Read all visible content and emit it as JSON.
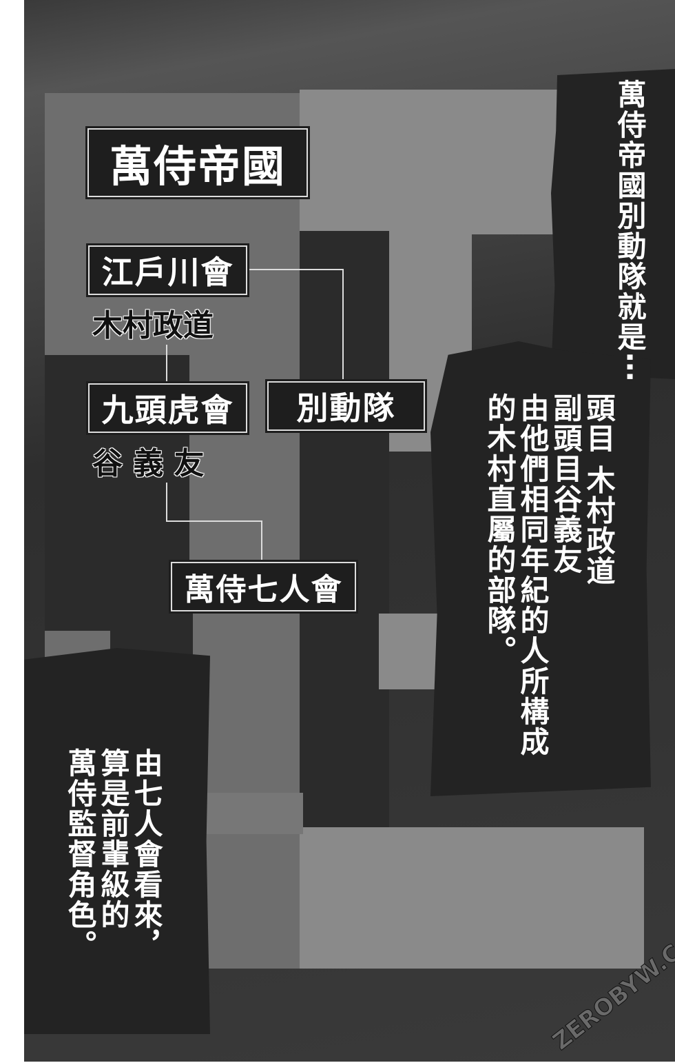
{
  "chart": {
    "title": "萬侍帝國",
    "nodes": {
      "edogawa": {
        "label": "江戶川會",
        "leader": "木村政道"
      },
      "kuzutora": {
        "label": "九頭虎會",
        "leader": "谷 義 友"
      },
      "betsudoutai": {
        "label": "別動隊"
      },
      "shichinin": {
        "label": "萬侍七人會"
      }
    }
  },
  "captions": {
    "right_top": "萬侍帝國別動隊就是⋯",
    "right_main": [
      "頭目 木村政道",
      "副頭目谷義友",
      "由他們相同年紀的人所構成",
      "的木村直屬的部隊。"
    ],
    "left_bottom": [
      "由七人會看來，",
      "算是前輩級的",
      "萬侍監督角色。"
    ]
  },
  "watermark": "ZEROBYW.C"
}
